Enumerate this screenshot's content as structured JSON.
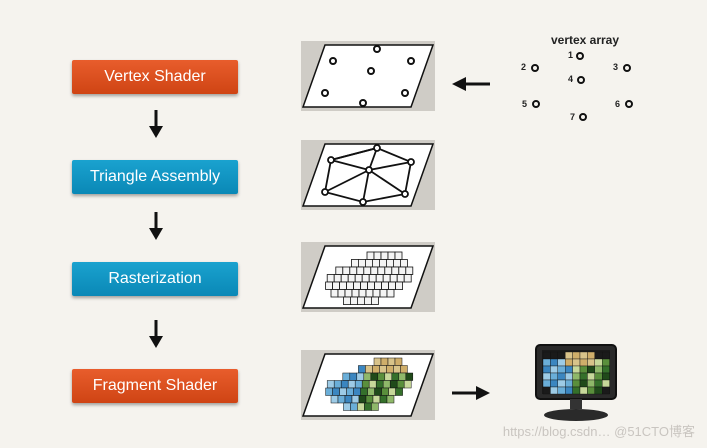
{
  "stages": [
    {
      "label": "Vertex Shader",
      "color": "#d94e1f"
    },
    {
      "label": "Triangle Assembly",
      "color": "#0f93c2"
    },
    {
      "label": "Rasterization",
      "color": "#0f93c2"
    },
    {
      "label": "Fragment Shader",
      "color": "#d94e1f"
    }
  ],
  "vertex_array": {
    "title": "vertex array",
    "labels": [
      "1",
      "2",
      "3",
      "4",
      "5",
      "6",
      "7"
    ]
  },
  "watermark": "https://blog.csdn… @51CTO博客"
}
